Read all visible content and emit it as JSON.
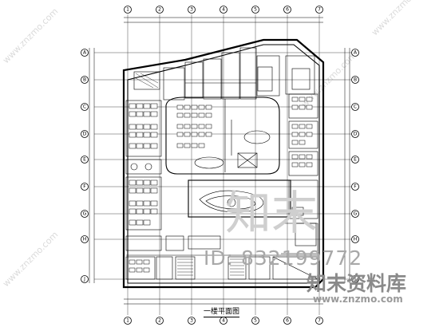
{
  "drawing": {
    "caption": "一楼平面图",
    "top_axis_labels": [
      "1",
      "2",
      "3",
      "4",
      "5",
      "6",
      "7"
    ],
    "bottom_axis_labels": [
      "1",
      "2",
      "3",
      "4",
      "5",
      "6",
      "7"
    ],
    "left_axis_labels": [
      "A",
      "B",
      "C",
      "D",
      "E",
      "F",
      "G",
      "H",
      "J"
    ],
    "right_axis_labels": [
      "A",
      "B",
      "C",
      "D",
      "E",
      "F",
      "G",
      "H",
      "J"
    ]
  },
  "watermark": {
    "id_text": "ID: 832199772",
    "brand_text": "知末资料库",
    "url_text": "www.znzmo.com",
    "big_glyph": "知末",
    "diagonal_text": "www.znzmo.com"
  },
  "colors": {
    "line": "#000000",
    "background": "#ffffff",
    "watermark": "#a8a8a8"
  }
}
